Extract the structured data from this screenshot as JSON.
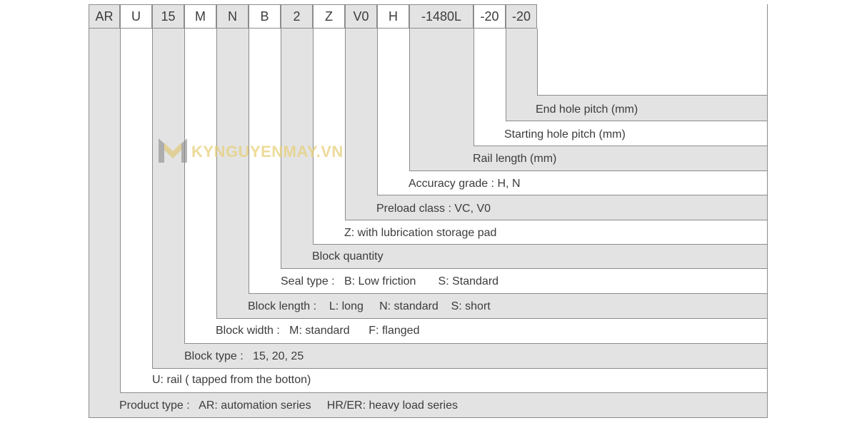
{
  "code_cells": [
    "AR",
    "U",
    "15",
    "M",
    "N",
    "B",
    "2",
    "Z",
    "V0",
    "H",
    "-1480L",
    "-20",
    "-20"
  ],
  "descriptions": {
    "end_hole_pitch": "End hole pitch (mm)",
    "starting_hole_pitch": "Starting hole pitch (mm)",
    "rail_length": "Rail length (mm)",
    "accuracy_grade": "Accuracy grade : H, N",
    "preload_class": "Preload class : VC, V0",
    "lubrication": "Z: with lubrication storage pad",
    "block_quantity": "Block quantity",
    "seal_type": "Seal type :   B: Low friction       S: Standard",
    "block_length": "Block length :    L: long     N: standard    S: short",
    "block_width": "Block width :   M: standard      F: flanged",
    "block_type": "Block type :   15, 20, 25",
    "rail": "U: rail ( tapped from the botton)",
    "product_type": "Product type :   AR: automation series     HR/ER: heavy load series"
  },
  "watermark": {
    "text": "KYNGUYENMAY.VN",
    "icon": "m-logo-icon",
    "color": "#e7cf7a"
  },
  "colors": {
    "band_gray": "#e3e3e3",
    "band_white": "#ffffff",
    "border": "#8c8c8c",
    "text": "#3c3c3c"
  }
}
